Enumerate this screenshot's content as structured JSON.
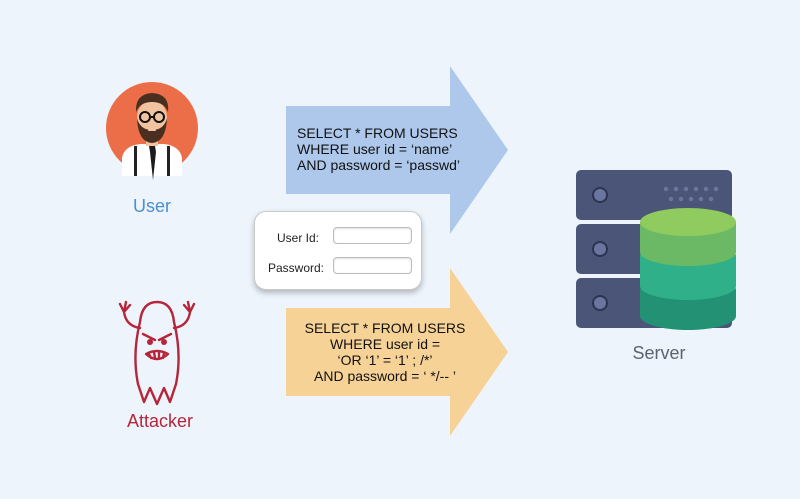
{
  "user": {
    "label": "User"
  },
  "attacker": {
    "label": "Attacker"
  },
  "server": {
    "label": "Server"
  },
  "normal_query": {
    "lines": [
      "SELECT * FROM USERS",
      "WHERE user id = ‘name’",
      "AND password = ‘passwd’"
    ]
  },
  "malicious_query": {
    "lines": [
      "SELECT * FROM USERS",
      "WHERE user id =",
      "‘OR ‘1’ = ‘1’ ; /*’",
      "AND password = ‘ */-- ’"
    ]
  },
  "login_form": {
    "user_id_label": "User Id:",
    "password_label": "Password:",
    "user_id_value": "",
    "password_value": ""
  },
  "colors": {
    "user_label": "#4a90d0",
    "attacker_label": "#b5263a",
    "server_label": "#5a6470",
    "normal_arrow": "#adc8eb",
    "malicious_arrow": "#f6d297",
    "avatar_bg": "#ec6e48",
    "server_body": "#4b5577",
    "db_top": "#86c65b",
    "db_mid": "#2fb089",
    "db_bottom": "#229174"
  }
}
